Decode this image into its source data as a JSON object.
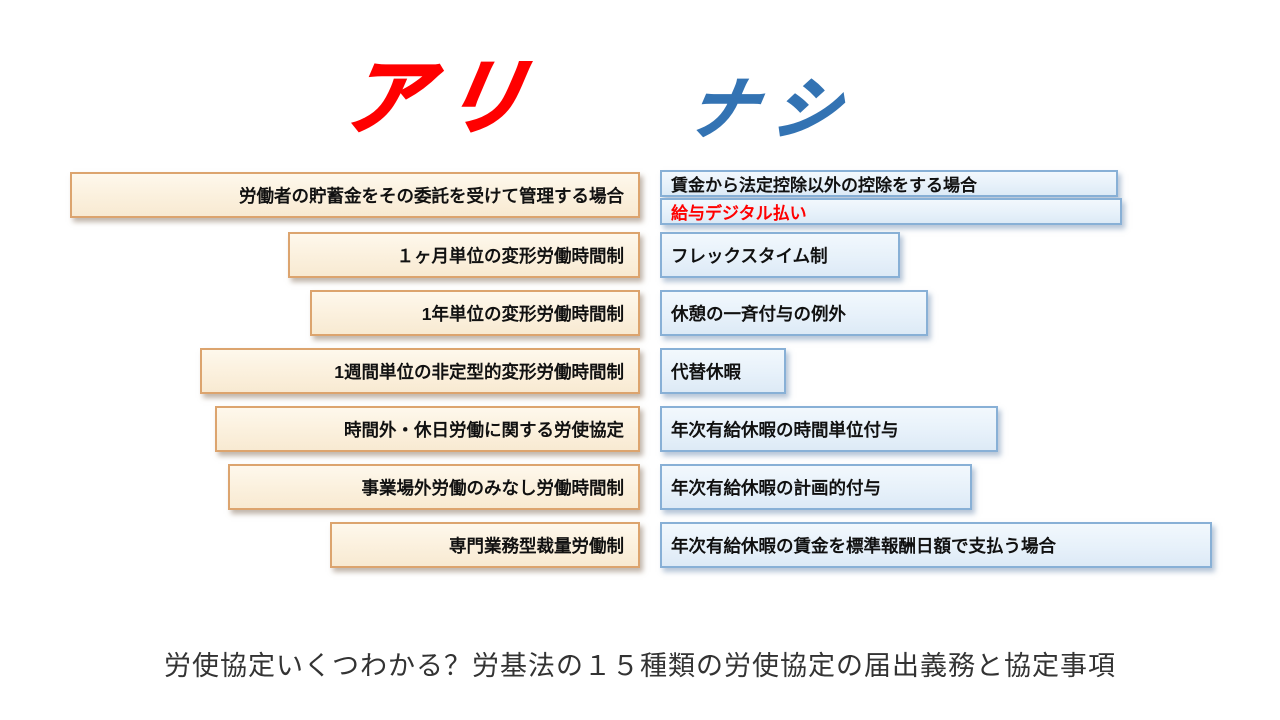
{
  "header": {
    "left_title": "アリ",
    "right_title": "ナシ",
    "left_title_color": "#FF0000",
    "right_title_color": "#3373B3"
  },
  "left_items": [
    {
      "label": "労働者の貯蓄金をその委託を受けて管理する場合"
    },
    {
      "label": "１ヶ月単位の変形労働時間制"
    },
    {
      "label": "1年単位の変形労働時間制"
    },
    {
      "label": "1週間単位の非定型的変形労働時間制"
    },
    {
      "label": "時間外・休日労働に関する労使協定"
    },
    {
      "label": "事業場外労働のみなし労働時間制"
    },
    {
      "label": "専門業務型裁量労働制"
    }
  ],
  "right_items": [
    {
      "label": "賃金から法定控除以外の控除をする場合",
      "emphasis": false
    },
    {
      "label": "給与デジタル払い",
      "emphasis": true,
      "emphasis_color": "#FF0000"
    },
    {
      "label": "フレックスタイム制",
      "emphasis": false
    },
    {
      "label": "休憩の一斉付与の例外",
      "emphasis": false
    },
    {
      "label": "代替休暇",
      "emphasis": false
    },
    {
      "label": "年次有給休暇の時間単位付与",
      "emphasis": false
    },
    {
      "label": "年次有給休暇の計画的付与",
      "emphasis": false
    },
    {
      "label": "年次有給休暇の賃金を標準報酬日額で支払う場合",
      "emphasis": false
    }
  ],
  "caption": "労使協定いくつわかる？労基法の１５種類の労使協定の届出義務と協定事項",
  "colors": {
    "left_box_bg": "#FBF0DD",
    "left_box_border": "#DCA46E",
    "right_box_bg": "#E7F1FA",
    "right_box_border": "#88B0D6",
    "highlight_text": "#FF0000",
    "caption_text": "#333333"
  }
}
